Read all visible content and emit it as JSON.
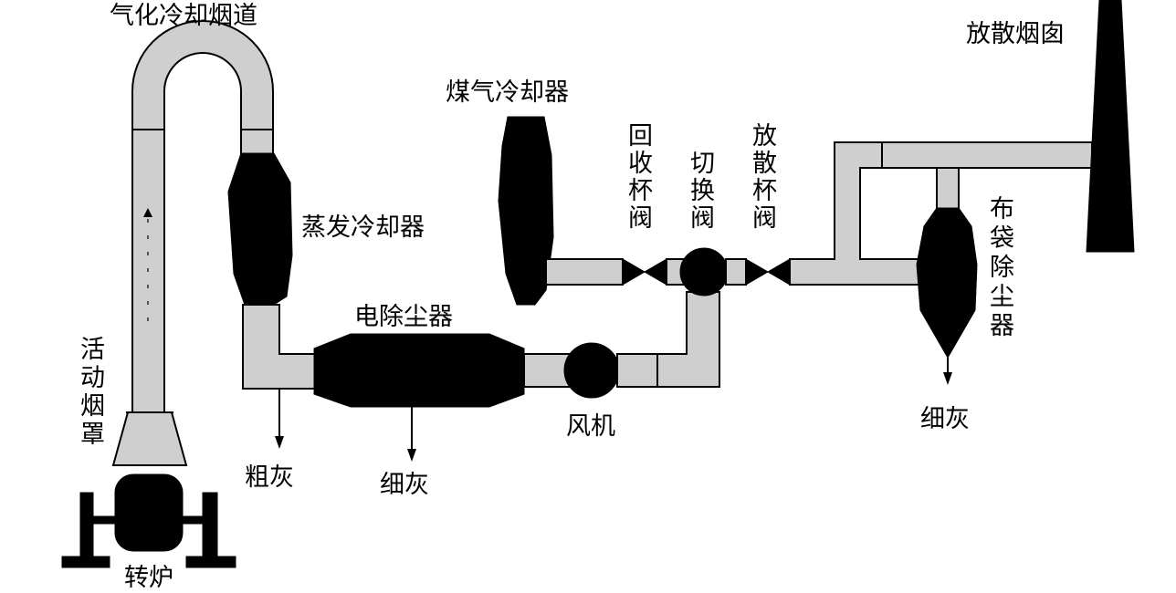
{
  "labels": {
    "vaporization_flue": "气化冷却烟道",
    "evaporative_cooler": "蒸发冷却器",
    "movable_hood": "活动烟罩",
    "converter": "转炉",
    "coarse_ash": "粗灰",
    "electrostatic_precipitator": "电除尘器",
    "fine_ash_1": "细灰",
    "fan": "风机",
    "gas_cooler": "煤气冷却器",
    "recovery_valve": "回收杯阀",
    "switch_valve": "切换阀",
    "diffusion_valve": "放散杯阀",
    "bag_filter": "布袋除尘器",
    "fine_ash_2": "细灰",
    "diffusion_chimney": "放散烟囱"
  }
}
